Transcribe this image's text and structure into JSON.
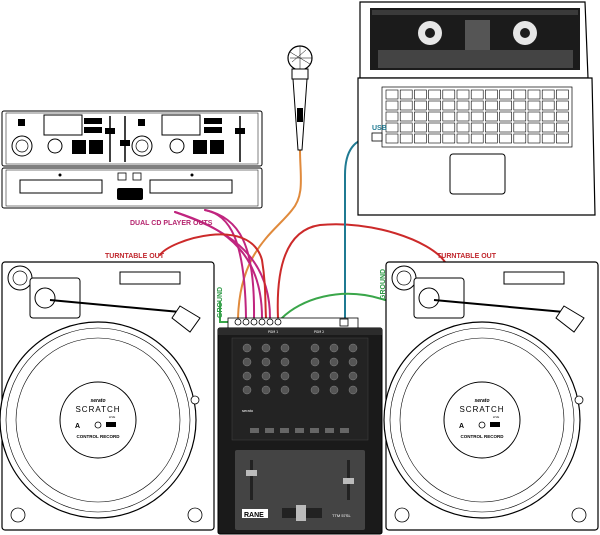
{
  "labels": {
    "dual_cd_outs": "DUAL CD PLAYER OUTS",
    "usb": "USB",
    "turntable_out_left": "TURNTABLE OUT",
    "turntable_out_right": "TURNTABLE OUT",
    "ground_left": "GROUND",
    "ground_right": "GROUND"
  },
  "record_label": {
    "brand": "serato",
    "product": "SCRATCH",
    "sub": "LIVE",
    "side": "A",
    "title": "CONTROL RECORD"
  },
  "mixer": {
    "brand": "RANE",
    "model": "TTM 57SL",
    "port_left": "PGM 1",
    "port_right": "PGM 2",
    "serato_text": "serato"
  },
  "colors": {
    "cable_orange": "#e08a3c",
    "cable_magenta": "#c0257f",
    "cable_red": "#cc2a2a",
    "cable_teal": "#1f7a92",
    "cable_green": "#3aa64a",
    "label_red": "#c0272d",
    "label_green": "#2d9a45",
    "label_teal": "#1f7a92",
    "label_magenta": "#b5266f"
  },
  "icons": [
    "microphone-icon",
    "laptop-icon",
    "cd-player-icon",
    "turntable-icon",
    "mixer-icon"
  ]
}
